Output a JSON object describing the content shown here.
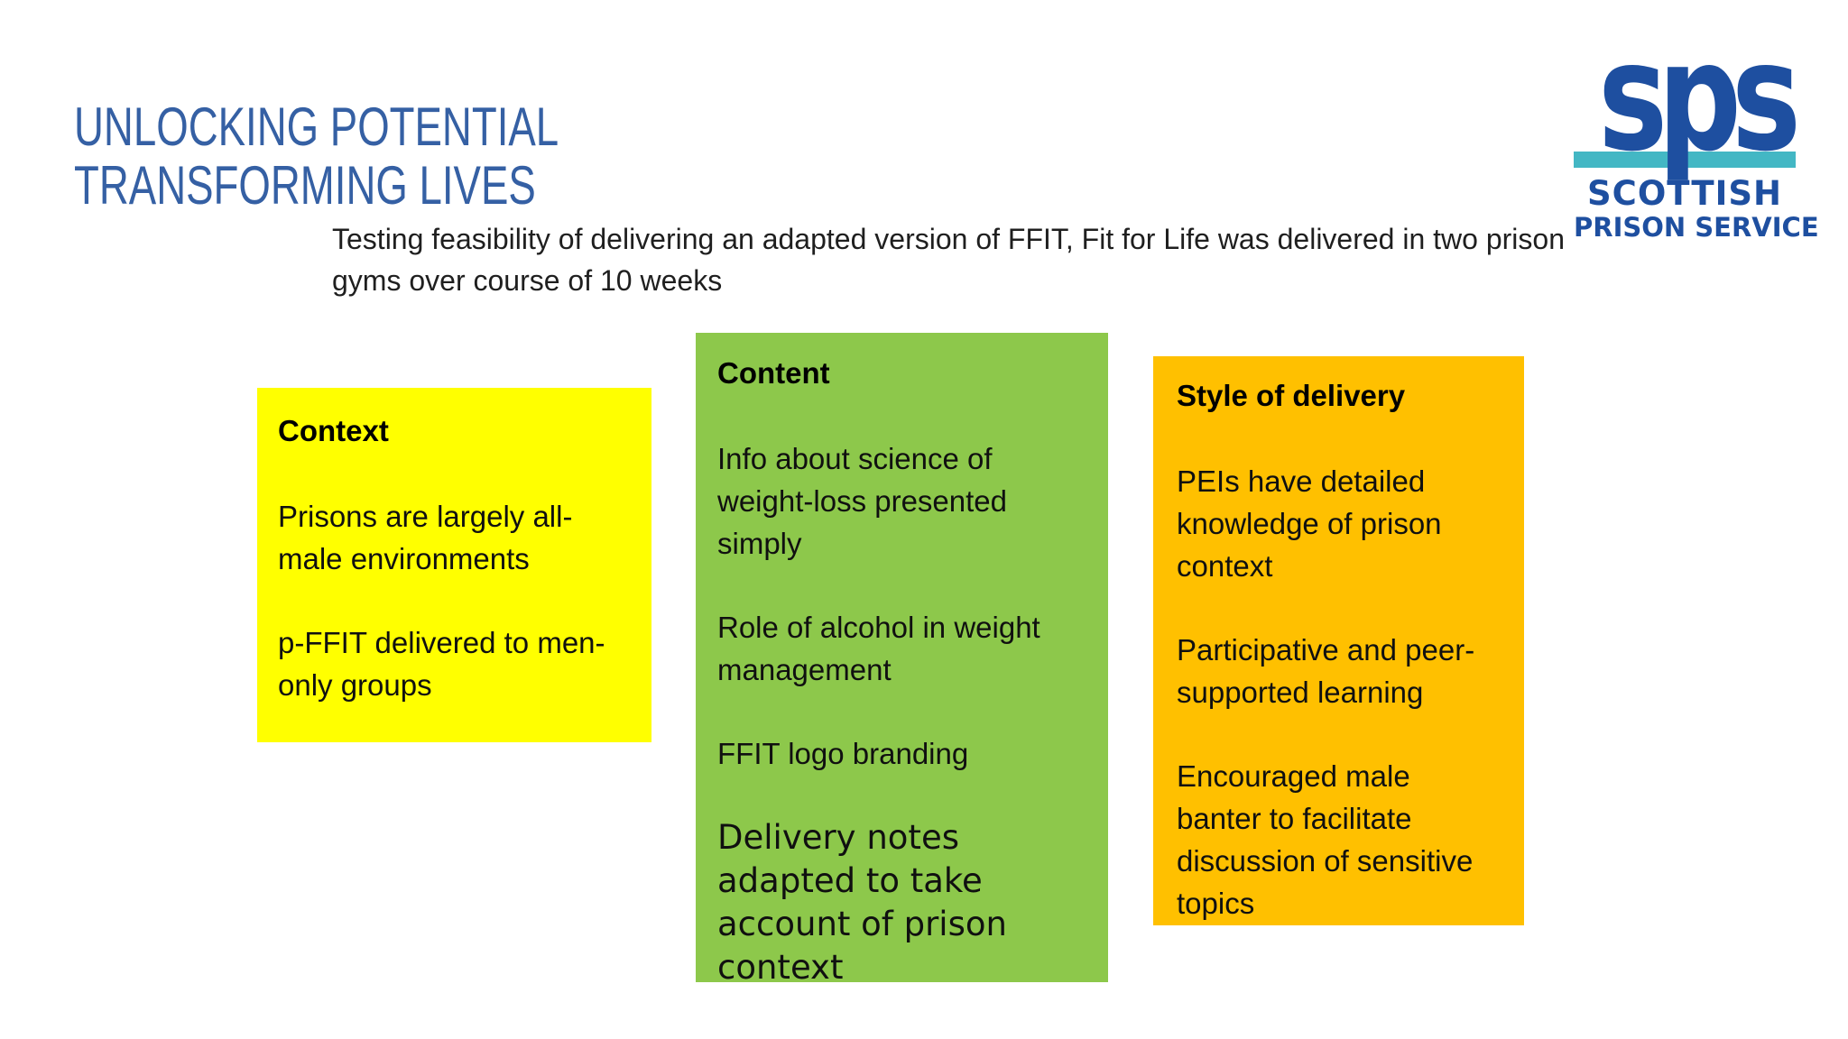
{
  "slide": {
    "title_line1": "UNLOCKING POTENTIAL",
    "title_line2": "TRANSFORMING LIVES",
    "title_color": "#3560A4",
    "subtitle": "Testing feasibility of delivering an adapted version of FFIT, Fit for Life was delivered in two prison gyms over course of 10 weeks",
    "background": "#FFFFFF"
  },
  "logo": {
    "acronym": "sps",
    "name_line1": "SCOTTISH",
    "name_line2": "PRISON SERVICE",
    "blue": "#1E4FA0",
    "teal": "#43B7C4"
  },
  "boxes": [
    {
      "title": "Context",
      "bg": "#FFFF00",
      "paragraphs": [
        "Prisons are largely all-male environments",
        "p-FFIT delivered to men-only groups"
      ]
    },
    {
      "title": "Content",
      "bg": "#8DC84B",
      "paragraphs": [
        "Info about science of weight-loss presented simply",
        "Role of alcohol in weight management",
        "FFIT logo branding"
      ],
      "callout": "Delivery notes adapted to take account of prison context"
    },
    {
      "title": "Style of delivery",
      "bg": "#FFC000",
      "paragraphs": [
        "PEIs have detailed knowledge of prison context",
        "Participative and peer-supported learning",
        "Encouraged male banter to facilitate discussion of sensitive topics"
      ]
    }
  ]
}
